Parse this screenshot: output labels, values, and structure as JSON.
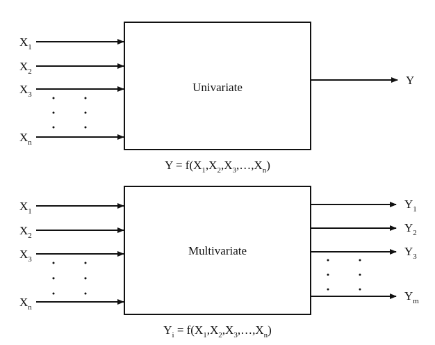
{
  "univariate": {
    "box_label": "Univariate",
    "inputs": [
      {
        "base": "X",
        "sub": "1"
      },
      {
        "base": "X",
        "sub": "2"
      },
      {
        "base": "X",
        "sub": "3"
      },
      {
        "base": "X",
        "sub": "n"
      }
    ],
    "output": {
      "base": "Y",
      "sub": ""
    },
    "formula": {
      "lhs": "Y",
      "lhs_sub": "",
      "eq": " = f(X",
      "s1": "1",
      "c1": ",X",
      "s2": "2",
      "c2": ",X",
      "s3": "3",
      "c3": ",…,X",
      "s4": "n",
      "end": ")"
    }
  },
  "multivariate": {
    "box_label": "Multivariate",
    "inputs": [
      {
        "base": "X",
        "sub": "1"
      },
      {
        "base": "X",
        "sub": "2"
      },
      {
        "base": "X",
        "sub": "3"
      },
      {
        "base": "X",
        "sub": "n"
      }
    ],
    "outputs": [
      {
        "base": "Y",
        "sub": "1"
      },
      {
        "base": "Y",
        "sub": "2"
      },
      {
        "base": "Y",
        "sub": "3"
      },
      {
        "base": "Y",
        "sub": "m"
      }
    ],
    "formula": {
      "lhs": "Y",
      "lhs_sub": "i",
      "eq": " = f(X",
      "s1": "1",
      "c1": ",X",
      "s2": "2",
      "c2": ",X",
      "s3": "3",
      "c3": ",…,X",
      "s4": "n",
      "end": ")"
    }
  }
}
